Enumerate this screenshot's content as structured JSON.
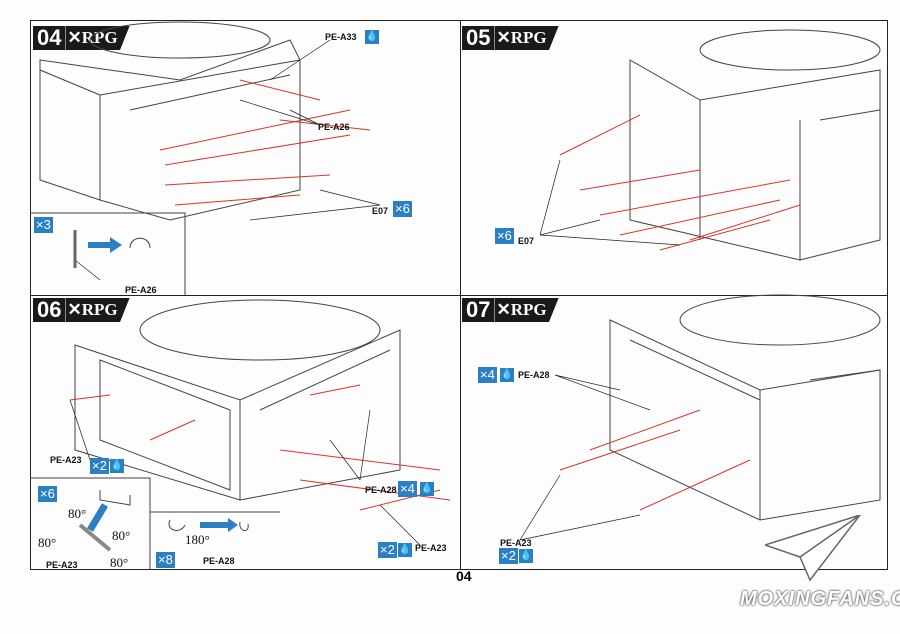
{
  "brand": "RPG",
  "page_number": "04",
  "watermark": "MOXINGFANS.COM",
  "colors": {
    "accent": "#2b7fc3",
    "arrow": "#d9342b"
  },
  "steps": [
    {
      "number": "04",
      "labels": {
        "pe_a33": "PE-A33",
        "pe_a26": "PE-A26",
        "e07": "E07",
        "e07_qty": "×6",
        "sub_qty": "×3",
        "sub_part": "PE-A26"
      }
    },
    {
      "number": "05",
      "labels": {
        "e07": "E07",
        "e07_qty": "×6"
      }
    },
    {
      "number": "06",
      "labels": {
        "pe_a23": "PE-A23",
        "pe_a23_qty": "×2",
        "pe_a28": "PE-A28",
        "pe_a28_qty": "×4",
        "pe_a23b": "PE-A23",
        "pe_a23b_qty": "×2",
        "sub1_qty": "×6",
        "sub1_part": "PE-A23",
        "angle": "80°",
        "sub2_qty": "×8",
        "sub2_part": "PE-A28",
        "angle2": "180°"
      }
    },
    {
      "number": "07",
      "labels": {
        "pe_a28": "PE-A28",
        "pe_a28_qty": "×4",
        "pe_a23": "PE-A23",
        "pe_a23_qty": "×2"
      }
    }
  ]
}
